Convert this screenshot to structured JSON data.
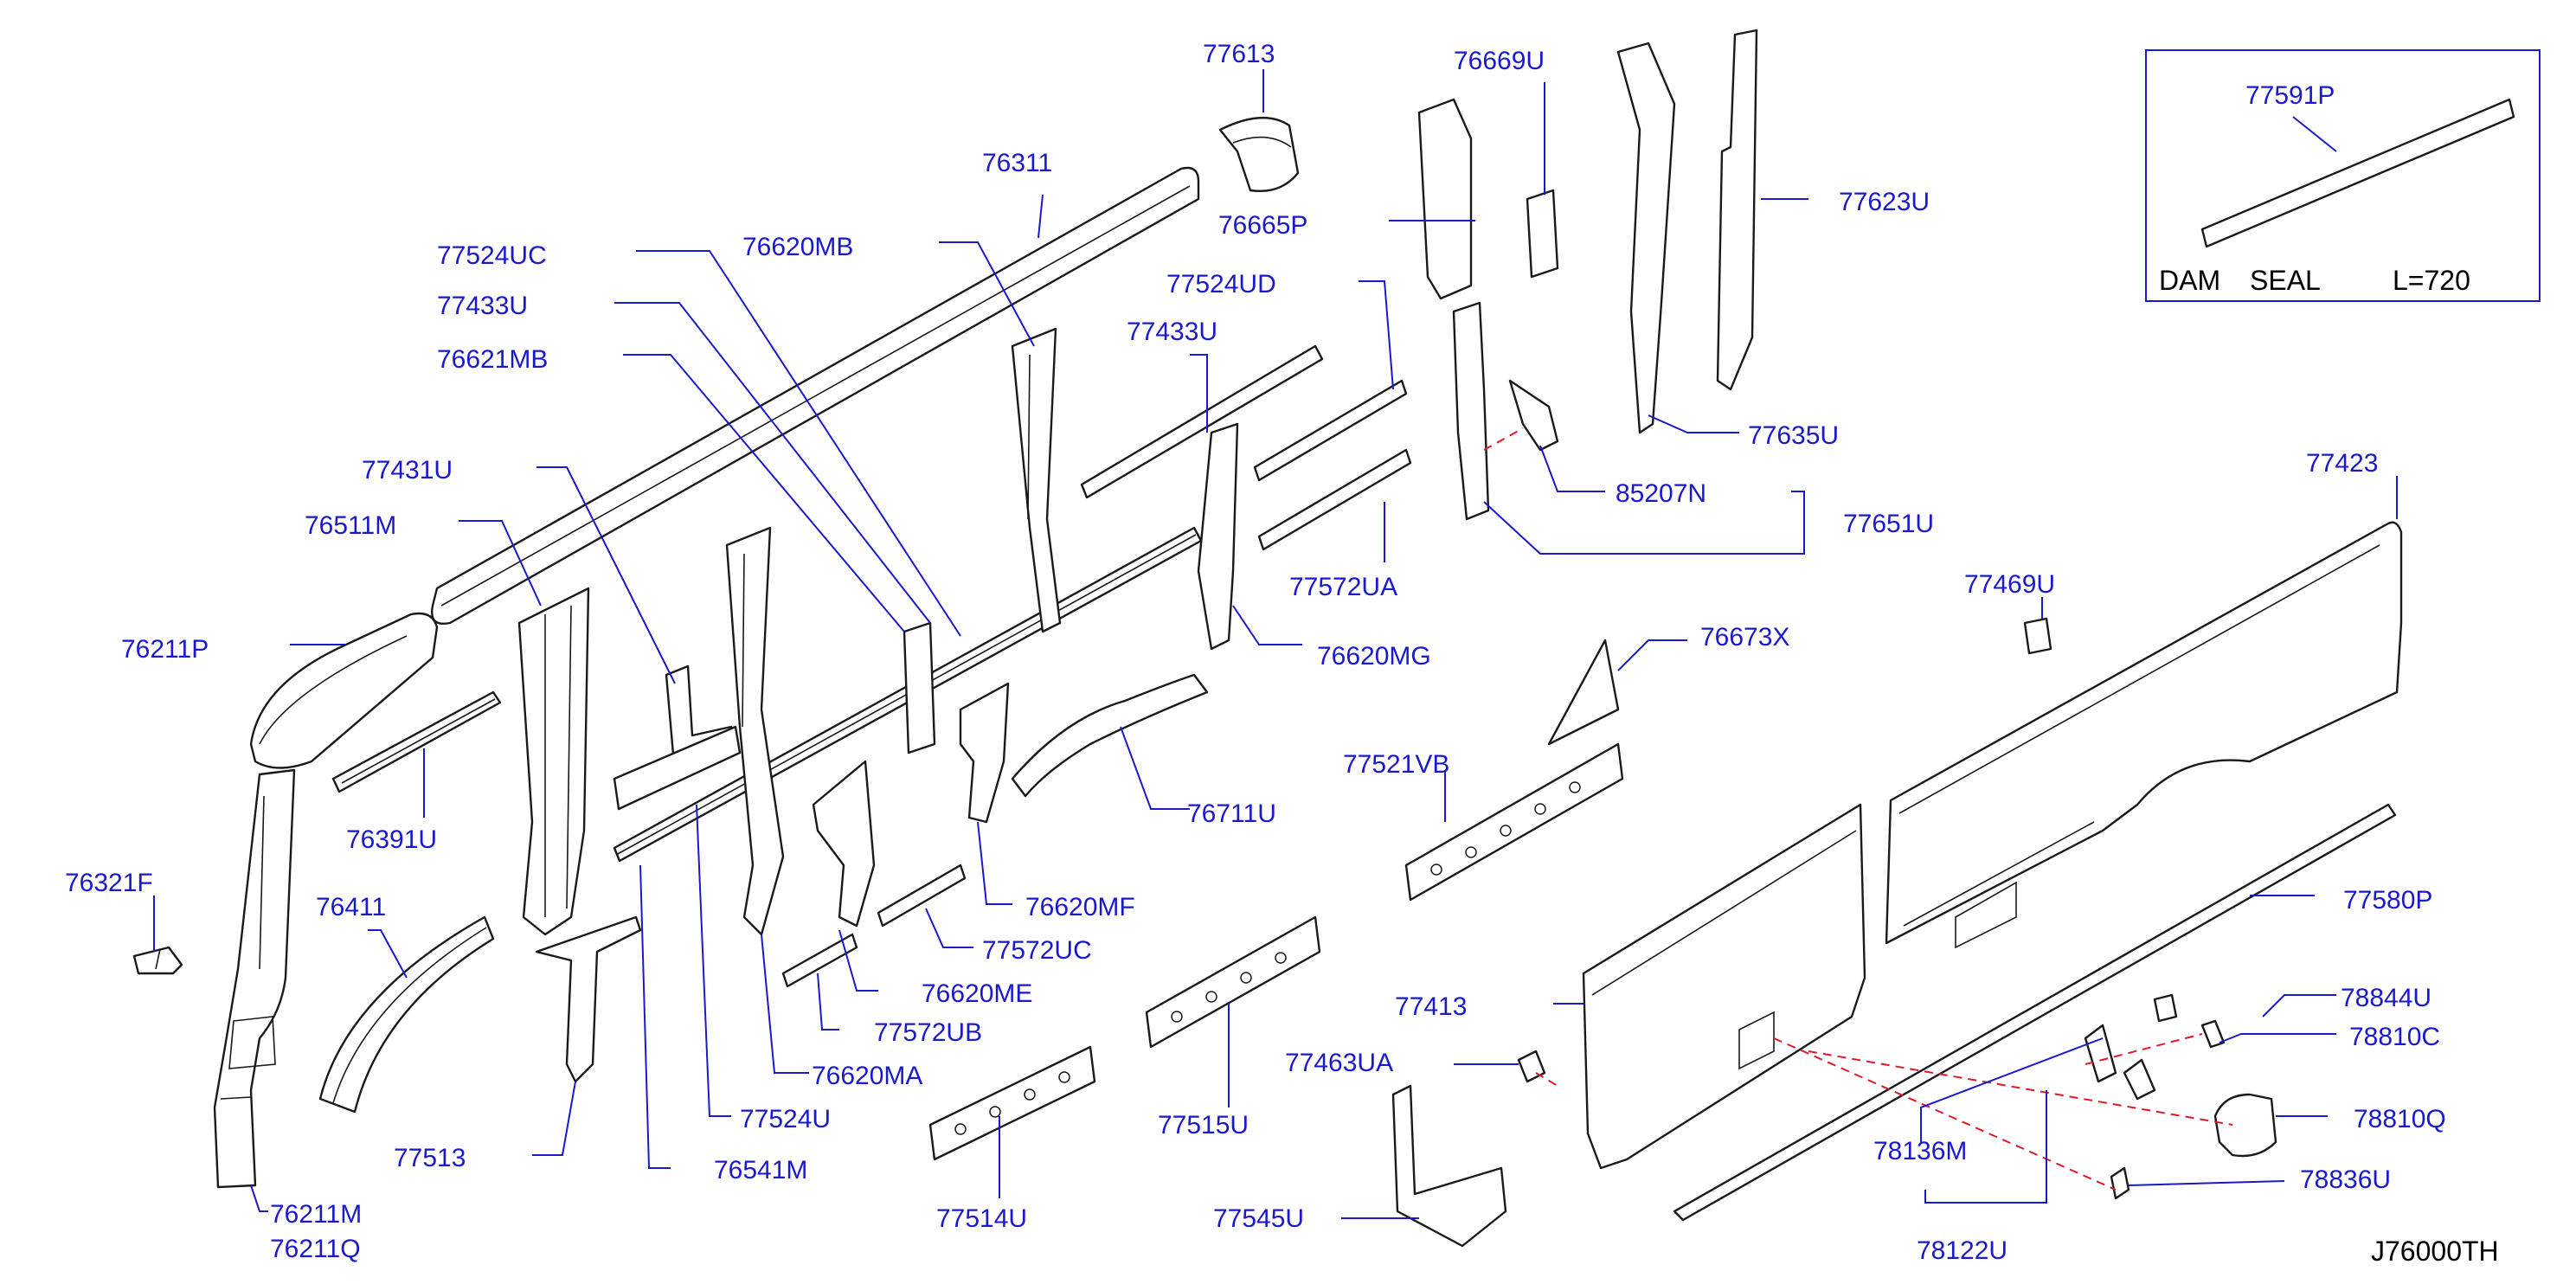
{
  "colors": {
    "label": "#1a1acc",
    "leader": "#1a1acc",
    "dashed_link": "#e0192a",
    "part_outline": "#1a1a1a",
    "background": "#ffffff"
  },
  "labels": {
    "p77613": "77613",
    "p76669U": "76669U",
    "p77591P": "77591P",
    "p76311": "76311",
    "p76665P": "76665P",
    "p77623U": "77623U",
    "p77524UC": "77524UC",
    "p76620MB": "76620MB",
    "p77524UD": "77524UD",
    "p77433U_a": "77433U",
    "p77433U_b": "77433U",
    "p76621MB": "76621MB",
    "p77635U": "77635U",
    "p77431U": "77431U",
    "p85207N": "85207N",
    "p77651U": "77651U",
    "p76511M": "76511M",
    "p77572UA": "77572UA",
    "p77423": "77423",
    "p76211P": "76211P",
    "p77469U": "77469U",
    "p76620MG": "76620MG",
    "p76673X": "76673X",
    "p76391U": "76391U",
    "p77521VB": "77521VB",
    "p76711U": "76711U",
    "p76321F": "76321F",
    "p76620MF": "76620MF",
    "p77580P": "77580P",
    "p76411": "76411",
    "p77572UC": "77572UC",
    "p76620ME": "76620ME",
    "p78844U": "78844U",
    "p77413": "77413",
    "p78810C": "78810C",
    "p77572UB": "77572UB",
    "p77463UA": "77463UA",
    "p76620MA": "76620MA",
    "p78810Q": "78810Q",
    "p77524U": "77524U",
    "p77515U": "77515U",
    "p77513": "77513",
    "p78136M": "78136M",
    "p76541M": "76541M",
    "p78836U": "78836U",
    "p76211M": "76211M",
    "p77514U": "77514U",
    "p77545U": "77545U",
    "p76211Q": "76211Q",
    "p78122U": "78122U",
    "diagram_code": "J76000TH"
  },
  "inset": {
    "part_label": "77591P",
    "word_dam": "DAM",
    "word_seal": "SEAL",
    "length": "L=720"
  }
}
